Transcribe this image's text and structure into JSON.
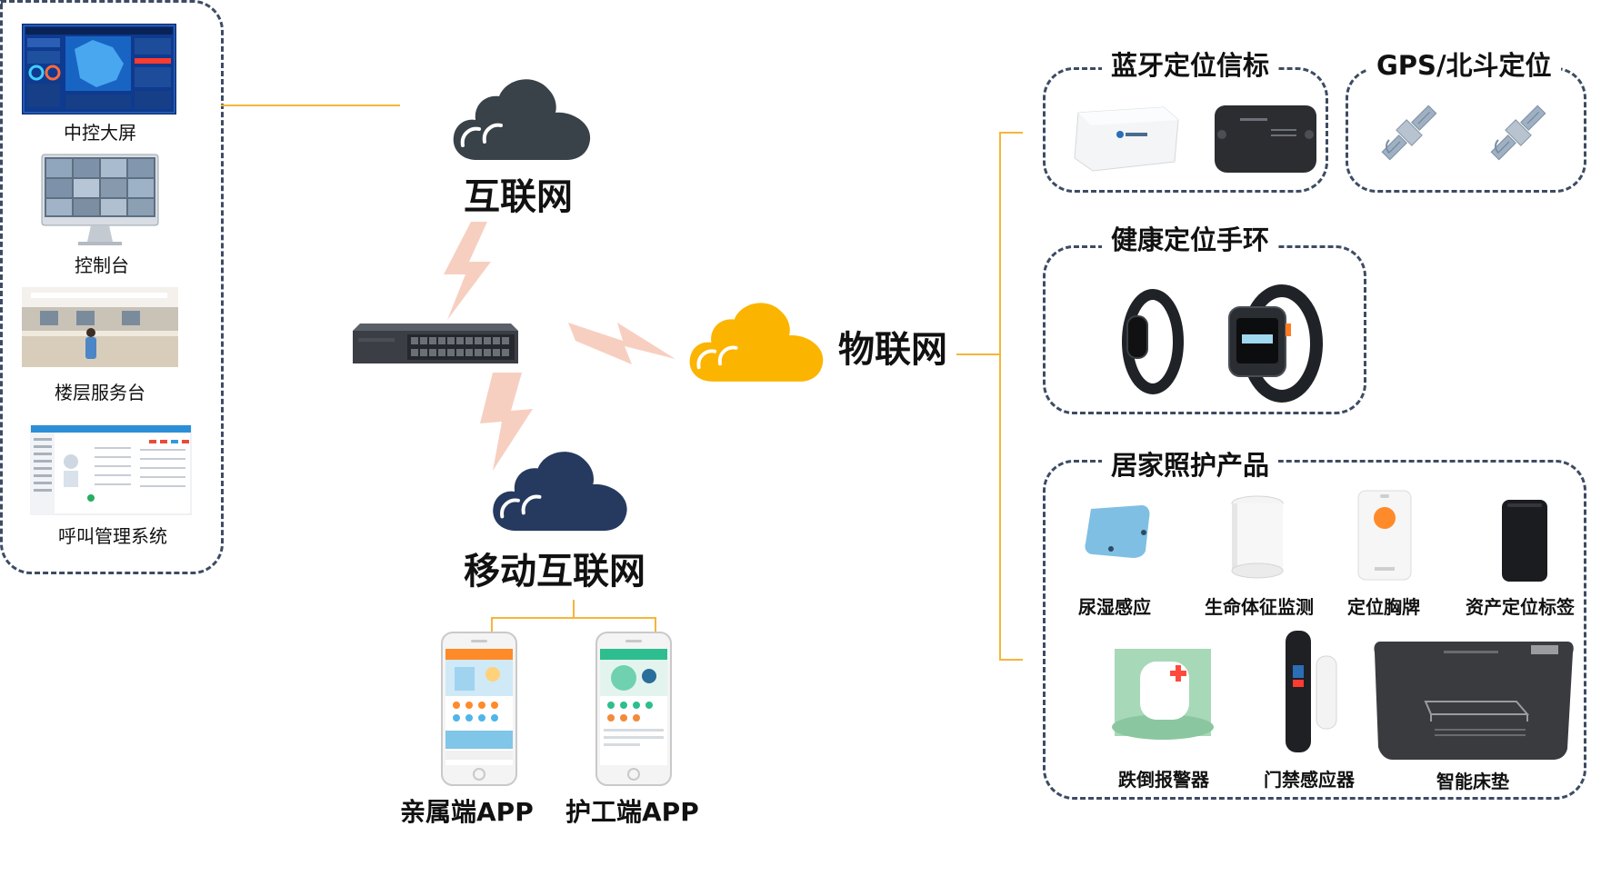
{
  "left_panel": {
    "items": [
      {
        "label": "中控大屏"
      },
      {
        "label": "控制台"
      },
      {
        "label": "楼层服务台"
      },
      {
        "label": "呼叫管理系统"
      }
    ]
  },
  "network": {
    "internet": "互联网",
    "iot": "物联网",
    "mobile_internet": "移动互联网"
  },
  "apps": {
    "family_app": "亲属端APP",
    "worker_app": "护工端APP"
  },
  "right_panel": {
    "bluetooth": {
      "title": "蓝牙定位信标"
    },
    "gps": {
      "title": "GPS/北斗定位"
    },
    "bracelet": {
      "title": "健康定位手环"
    },
    "home_care": {
      "title": "居家照护产品",
      "items": [
        {
          "label": "尿湿感应"
        },
        {
          "label": "生命体征监测"
        },
        {
          "label": "定位胸牌"
        },
        {
          "label": "资产定位标签"
        },
        {
          "label": "跌倒报警器"
        },
        {
          "label": "门禁感应器"
        },
        {
          "label": "智能床垫"
        }
      ]
    }
  },
  "colors": {
    "internet_cloud": "#394149",
    "iot_cloud": "#fbb400",
    "mobile_cloud": "#253a5e",
    "connector_line": "#f6b53a",
    "dashed_border": "#3d4b63",
    "lightning": "#f6c7b5"
  },
  "icons": [
    "cloud-icon",
    "network-switch-icon",
    "lightning-icon",
    "satellite-icon",
    "smartphone-icon",
    "wristband-icon",
    "smartwatch-icon"
  ]
}
